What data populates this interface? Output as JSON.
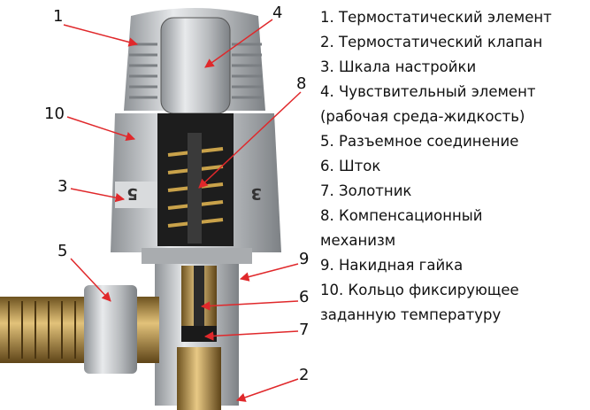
{
  "legend": [
    "1. Термостатический элемент",
    "2. Термостатический клапан",
    "3. Шкала настройки",
    "4. Чувствительный элемент",
    "(рабочая среда-жидкость)",
    "5. Разъемное соединение",
    "6. Шток",
    "7. Золотник",
    "8. Компенсационный",
    "механизм",
    "9. Накидная гайка",
    "10. Кольцо фиксирующее",
    "заданную температуру"
  ],
  "callouts": {
    "c1": "1",
    "c2": "2",
    "c3": "3",
    "c4": "4",
    "c5": "5",
    "c6": "6",
    "c7": "7",
    "c8": "8",
    "c9": "9",
    "c10": "10"
  },
  "dial_marks": {
    "left": "5",
    "right": "3"
  },
  "colors": {
    "arrow": "#e0282b",
    "metal": "#b9bcbf",
    "brass": "#b8923e",
    "dark": "#1d1d1d"
  }
}
